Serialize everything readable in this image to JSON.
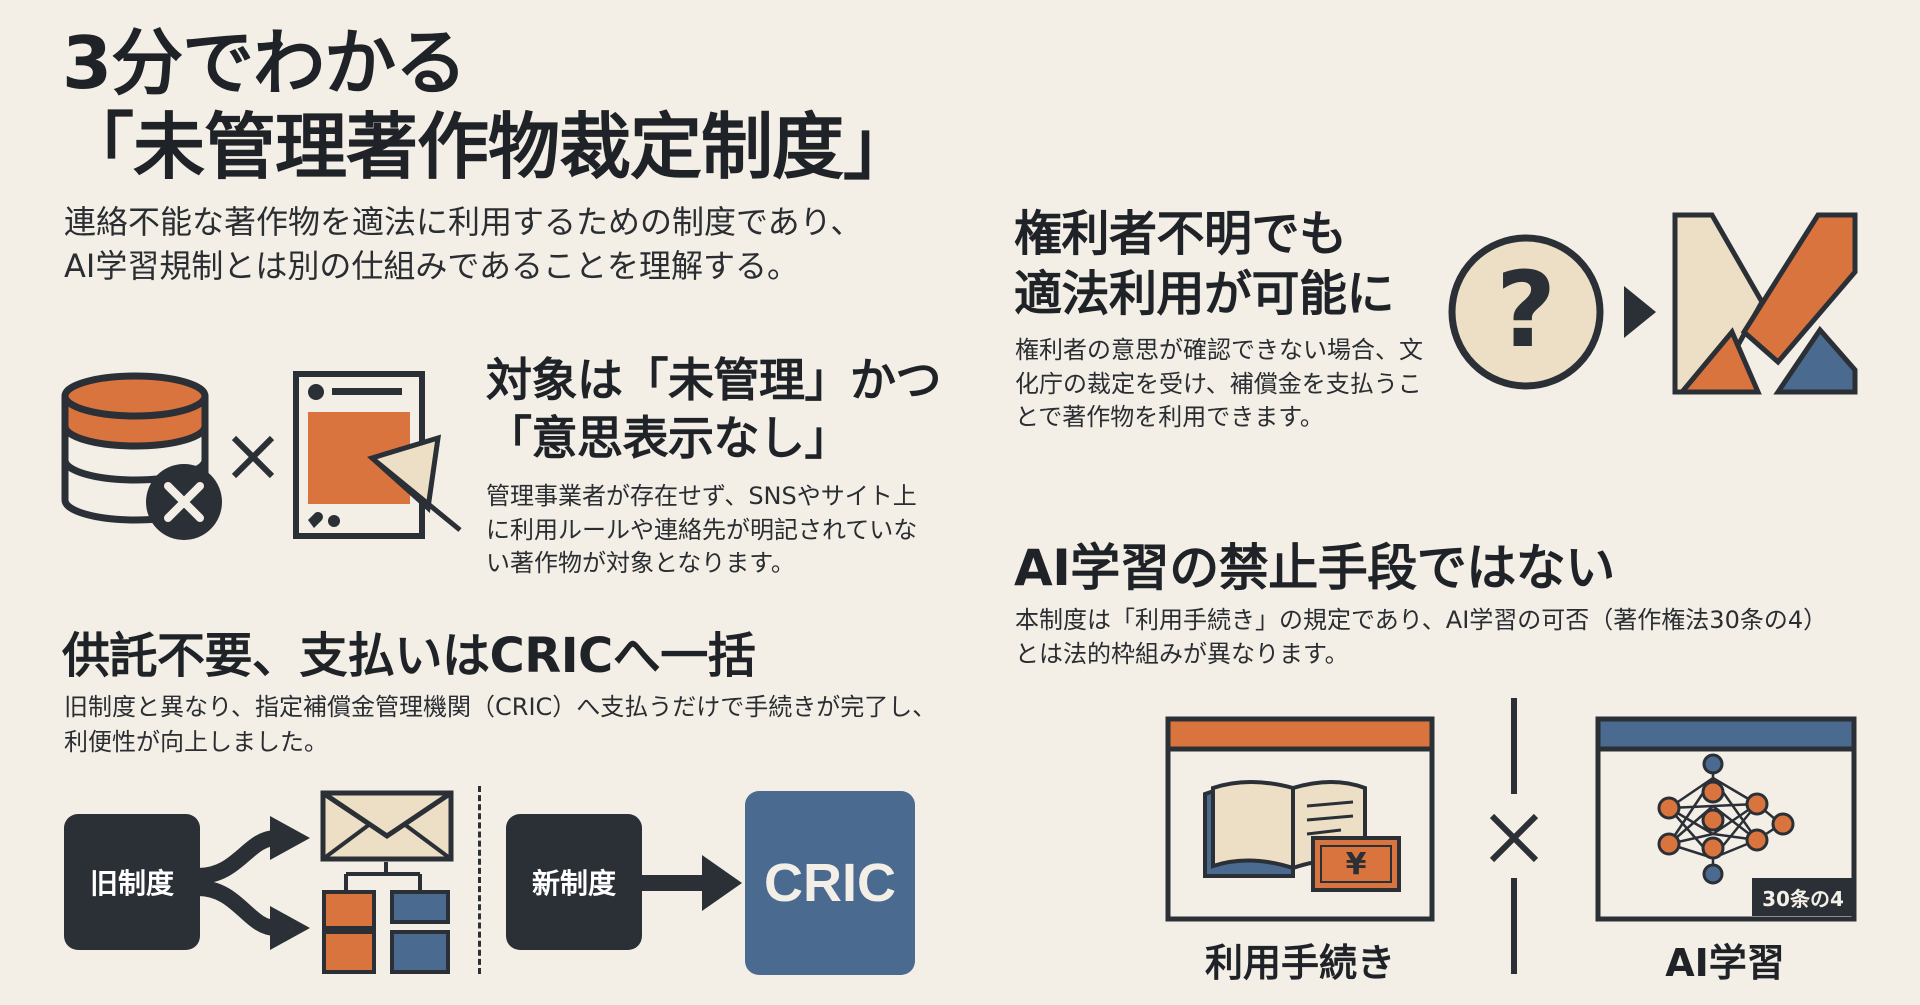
{
  "title": {
    "line1": "3分でわかる",
    "line2": "「未管理著作物裁定制度」"
  },
  "subtitle": {
    "line1": "連絡不能な著作物を適法に利用するための制度であり、",
    "line2": "AI学習規制とは別の仕組みであることを理解する。"
  },
  "section_target": {
    "title_line1": "対象は「未管理」かつ",
    "title_line2": "「意思表示なし」",
    "body": "管理事業者が存在せず、SNSやサイト上に利用ルールや連絡先が明記されていない著作物が対象となります。"
  },
  "section_payment": {
    "title": "供託不要、支払いはCRICへ一括",
    "body_line1": "旧制度と異なり、指定補償金管理機関（CRIC）へ支払うだけで手続きが完了し、",
    "body_line2": "利便性が向上しました。",
    "old_label": "旧制度",
    "new_label": "新制度",
    "cric_label": "CRIC"
  },
  "section_unknown": {
    "title_line1": "権利者不明でも",
    "title_line2": "適法利用が可能に",
    "body": "権利者の意思が確認できない場合、文化庁の裁定を受け、補償金を支払うことで著作物を利用できます。"
  },
  "section_ai": {
    "title": "AI学習の禁止手段ではない",
    "body_line1": "本制度は「利用手続き」の規定であり、AI学習の可否（著作権法30条の4）",
    "body_line2": "とは法的枠組みが異なります。",
    "left_label": "利用手続き",
    "right_label": "AI学習",
    "tag": "30条の4",
    "yen_symbol": "¥"
  },
  "icons": {
    "database_x": "database-x-icon",
    "times": "times-icon",
    "webpage_shield": "webpage-shield-icon",
    "question": "question-circle-icon",
    "arrow": "triangle-arrow-icon",
    "resolved": "resolution-icon",
    "branch_arrows": "branch-arrows-icon",
    "envelope": "envelope-icon",
    "forms": "forms-icon",
    "book_yen": "book-yen-icon",
    "neural_net": "neural-network-icon"
  },
  "colors": {
    "background": "#f3efe6",
    "dark": "#2b2f36",
    "orange": "#d9743f",
    "blue": "#4a6a8f",
    "cream": "#ecdfc6"
  }
}
